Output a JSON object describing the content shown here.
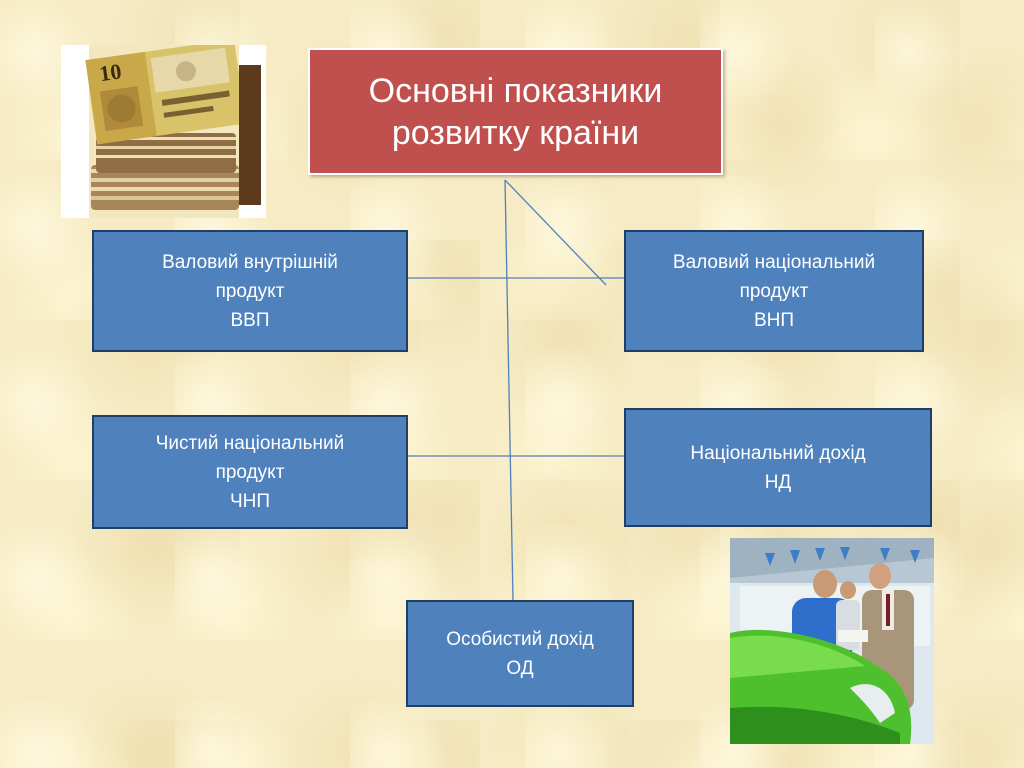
{
  "title": {
    "line1": "Основні показники",
    "line2": "розвитку країни"
  },
  "nodes": {
    "gdp": {
      "line1": "Валовий внутрішній",
      "line2": "продукт",
      "abbr": "ВВП"
    },
    "gnp": {
      "line1": "Валовий національний",
      "line2": "продукт",
      "abbr": "ВНП"
    },
    "nnp": {
      "line1": "Чистий національний",
      "line2": "продукт",
      "abbr": "ЧНП"
    },
    "ni": {
      "line1": "Національний дохід",
      "abbr": "НД"
    },
    "pi": {
      "line1": "Особистий дохід",
      "abbr": "ОД"
    }
  },
  "colors": {
    "title_fill": "#c0504d",
    "node_fill": "#4f81bd",
    "node_border": "#1f3f66",
    "connector": "#4f81bd",
    "background": "#f6ebc4"
  },
  "images": [
    {
      "name": "money-stack-photo"
    },
    {
      "name": "car-dealership-photo"
    }
  ]
}
